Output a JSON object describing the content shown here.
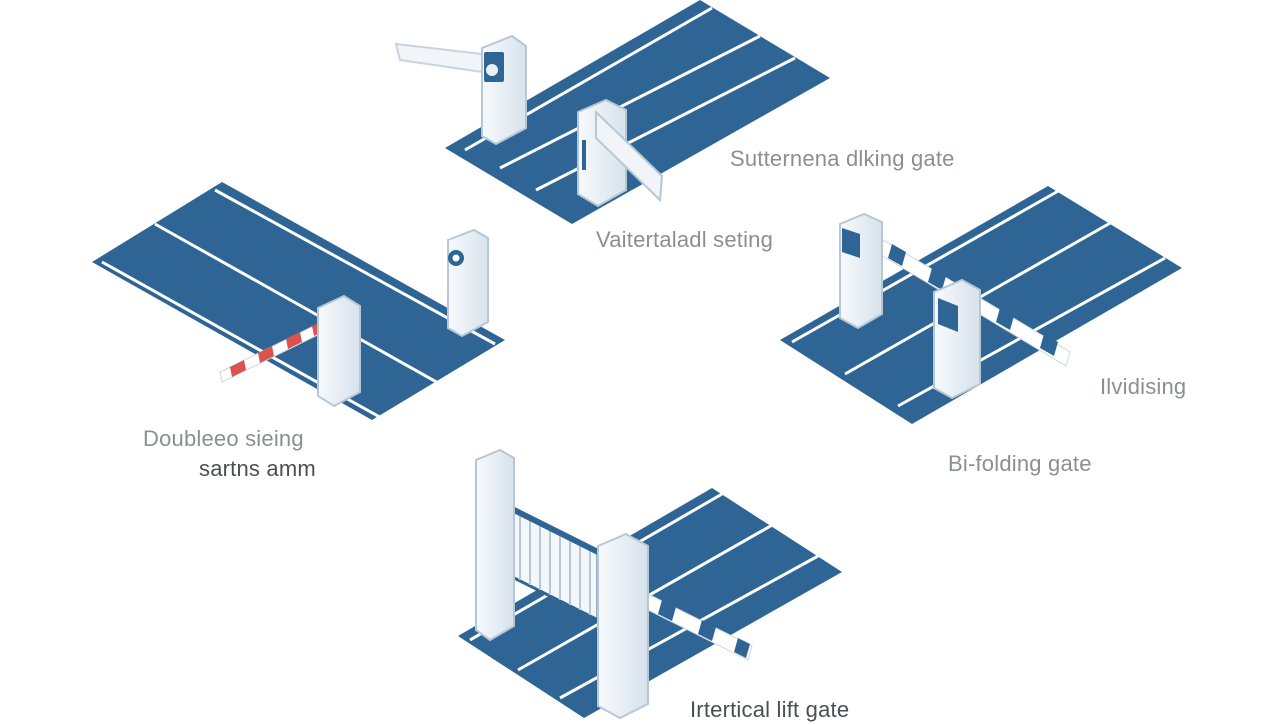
{
  "labels": {
    "top_right": "Sutternena dlking gate",
    "top_center": "Vaitertaladl seting",
    "left_line1": "Doubleeo sieing",
    "left_line2": "sartns amm",
    "right_small": "Ilvidising",
    "right_main": "Bi-folding gate",
    "bottom": "Irtertical lift gate"
  },
  "colors": {
    "road": "#2f6594",
    "lane": "#ffffff",
    "post": "#e9eff5",
    "post_edge": "#b7c7d6",
    "accent": "#2f6594",
    "barrier_red": "#d9534f",
    "label": "#8a8f96"
  }
}
